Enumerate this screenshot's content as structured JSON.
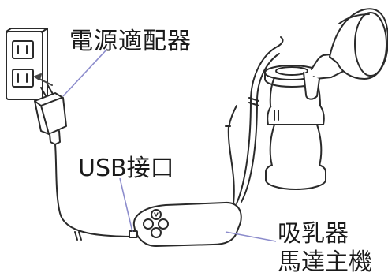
{
  "labels": {
    "power_adapter": "電源適配器",
    "usb_port": "USB接口",
    "motor_line1": "吸乳器",
    "motor_line2": "馬達主機"
  },
  "colors": {
    "leader_line": "#8c8ccc",
    "outline": "#2a2a2a",
    "background": "#ffffff"
  }
}
